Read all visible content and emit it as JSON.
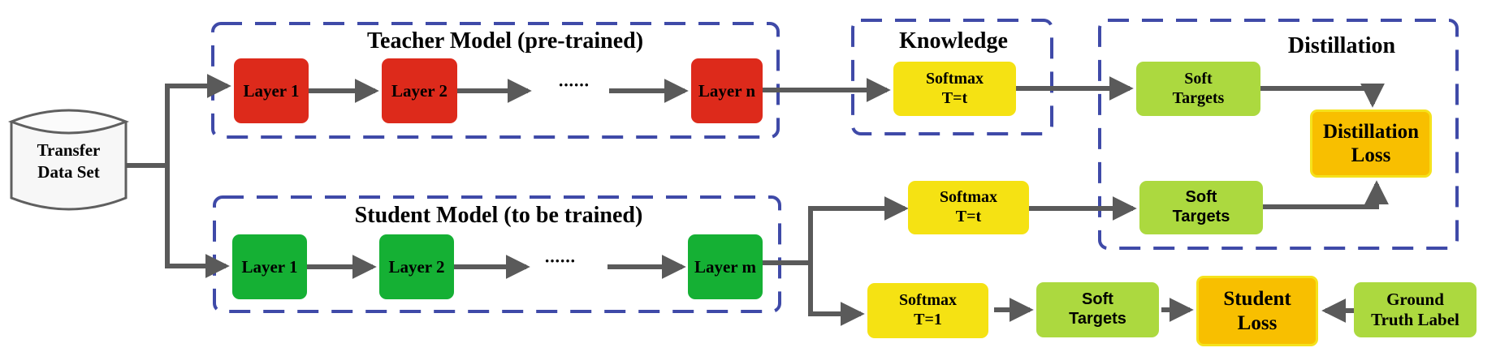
{
  "diagram": {
    "dataset": {
      "line1": "Transfer",
      "line2": "Data Set"
    },
    "teacher": {
      "title": "Teacher Model (pre-trained)",
      "layers": [
        "Layer 1",
        "Layer 2",
        "Layer n"
      ],
      "ellipsis": "······"
    },
    "student": {
      "title": "Student Model (to be trained)",
      "layers": [
        "Layer 1",
        "Layer 2",
        "Layer m"
      ],
      "ellipsis": "······"
    },
    "knowledge": {
      "title": "Knowledge",
      "softmax": {
        "line1": "Softmax",
        "line2": "T=t"
      }
    },
    "distillation": {
      "title": "Distillation",
      "soft_targets_teacher": {
        "line1": "Soft",
        "line2": "Targets"
      },
      "soft_targets_student": {
        "line1": "Soft",
        "line2": "Targets"
      },
      "loss": {
        "line1": "Distillation",
        "line2": "Loss"
      }
    },
    "student_softmax_t": {
      "line1": "Softmax",
      "line2": "T=t"
    },
    "student_softmax_1": {
      "line1": "Softmax",
      "line2": "T=1"
    },
    "student_soft_targets": {
      "line1": "Soft",
      "line2": "Targets"
    },
    "student_loss": {
      "line1": "Student",
      "line2": "Loss"
    },
    "ground_truth": {
      "line1": "Ground",
      "line2": "Truth Label"
    }
  },
  "colors": {
    "teacher_layer": "#dd2a1b",
    "student_layer": "#15b034",
    "softmax": "#f5e213",
    "soft_targets": "#acd93f",
    "loss": "#f8bf00",
    "group_border": "#3f4aa8",
    "arrow": "#5a5a5a"
  }
}
